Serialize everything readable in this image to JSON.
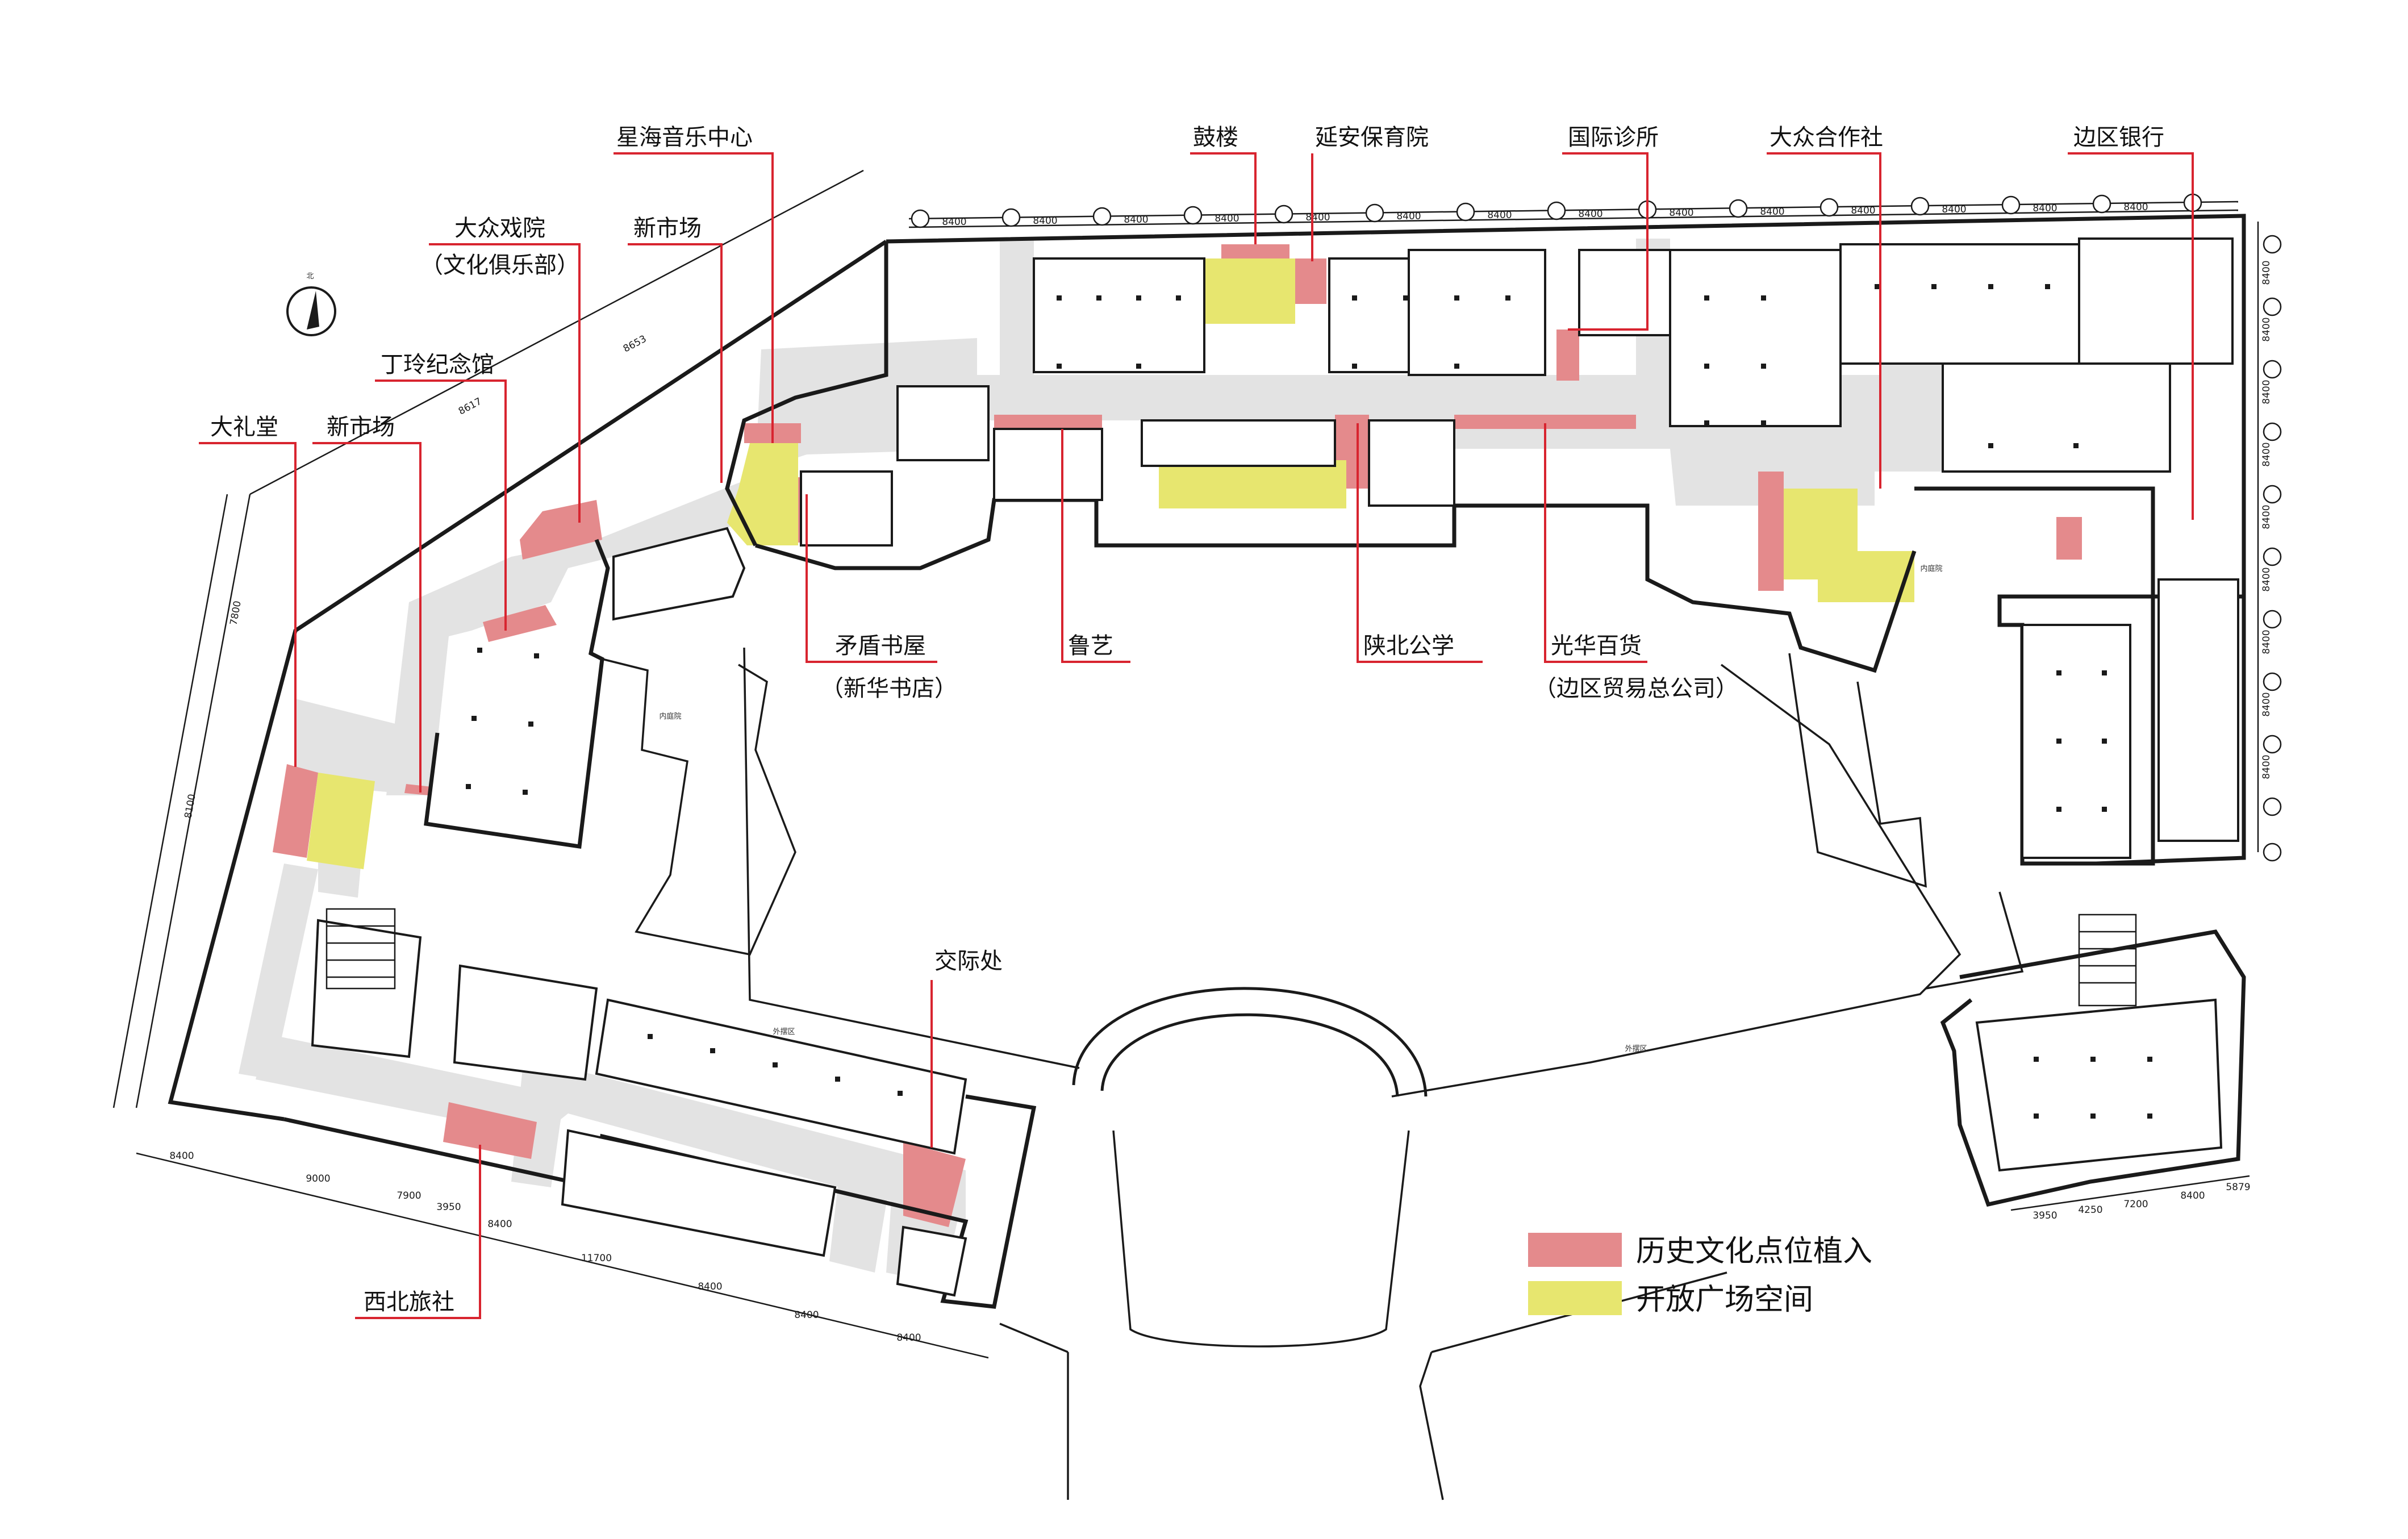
{
  "labels": {
    "xinghai": "星海音乐中心",
    "gulou": "鼓楼",
    "yanan_nursery": "延安保育院",
    "intl_clinic": "国际诊所",
    "coop": "大众合作社",
    "bank": "边区银行",
    "theatre": "大众戏院",
    "theatre_sub": "（文化俱乐部）",
    "market_top": "新市场",
    "dingling": "丁玲纪念馆",
    "auditorium": "大礼堂",
    "market_left": "新市场",
    "maodun": "矛盾书屋",
    "maodun_sub": "（新华书店）",
    "luyi": "鲁艺",
    "shanbei": "陕北公学",
    "guanghua": "光华百货",
    "guanghua_sub": "（边区贸易总公司）",
    "jiaoji": "交际处",
    "xibei": "西北旅社"
  },
  "plan_text": {
    "north": "北",
    "inner_court_1": "内庭院",
    "inner_court_2": "内庭院",
    "outer_street_1": "外摆区",
    "outer_street_2": "外摆区"
  },
  "dimensions": {
    "d8400": "8400",
    "d8617": "8617",
    "d8653": "8653",
    "d9000": "9000",
    "d7900": "7900",
    "d3950": "3950",
    "d7800": "7800",
    "d8100": "8100",
    "d5879": "5879",
    "d7200": "7200",
    "d4250": "4250",
    "d11700": "11700"
  },
  "legend": {
    "historic": "历史文化点位植入",
    "plaza": "开放广场空间"
  },
  "colors": {
    "historic": "#e48a8c",
    "plaza": "#e7e66f",
    "leader": "#d8242f",
    "corridor": "#e3e3e3"
  }
}
